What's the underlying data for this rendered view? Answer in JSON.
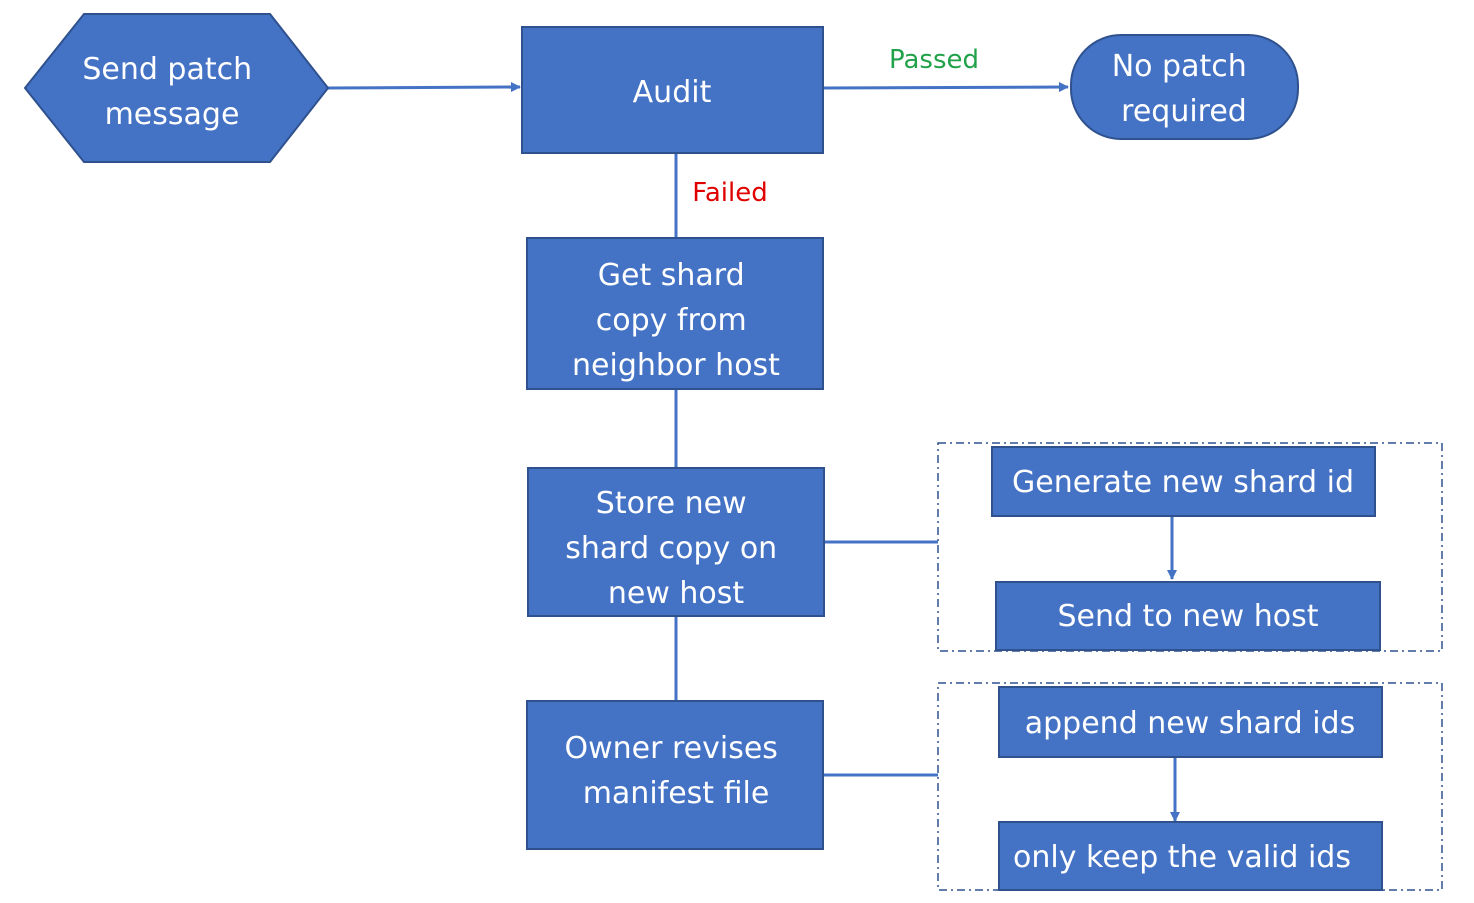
{
  "nodes": {
    "send_patch_message": [
      "Send patch",
      "message"
    ],
    "audit": [
      "Audit"
    ],
    "no_patch_required": [
      "No patch",
      "required"
    ],
    "get_shard_copy": [
      "Get shard",
      "copy from",
      "neighbor host"
    ],
    "store_new_shard": [
      "Store new",
      "shard copy on",
      "new host"
    ],
    "owner_revises": [
      "Owner revises",
      "manifest file"
    ],
    "generate_new_shard_id": [
      "Generate new shard id"
    ],
    "send_to_new_host": [
      "Send to new host"
    ],
    "append_new_shard_ids": [
      "append new shard ids"
    ],
    "only_keep_valid_ids": [
      "only keep the valid ids"
    ]
  },
  "edge_labels": {
    "passed": "Passed",
    "failed": "Failed"
  },
  "colors": {
    "node_fill": "#4472c4",
    "node_border": "#2f528f",
    "node_text": "#ffffff",
    "connector": "#4472c4",
    "passed": "#21a24a",
    "failed": "#e00000"
  }
}
